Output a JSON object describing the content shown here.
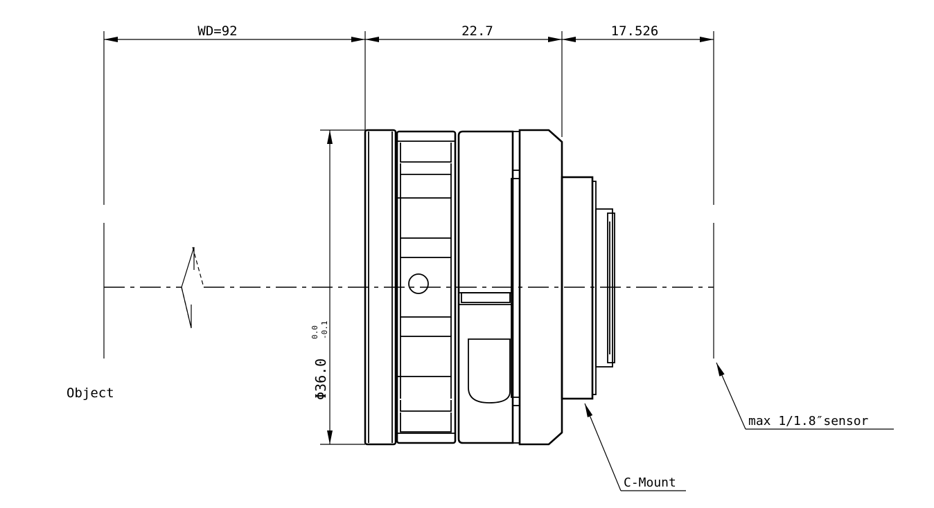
{
  "diagram": {
    "type": "lens-technical-drawing",
    "line_color": "#000000",
    "background": "#ffffff",
    "dimensions": {
      "working_distance": "WD=92",
      "lens_length": "22.7",
      "back_focal": "17.526",
      "diameter": "Φ36.0",
      "tolerance_upper": "0.0",
      "tolerance_lower": "-0.1"
    },
    "labels": {
      "object": "Object",
      "sensor": "max 1/1.8″sensor",
      "mount": "C-Mount"
    }
  }
}
